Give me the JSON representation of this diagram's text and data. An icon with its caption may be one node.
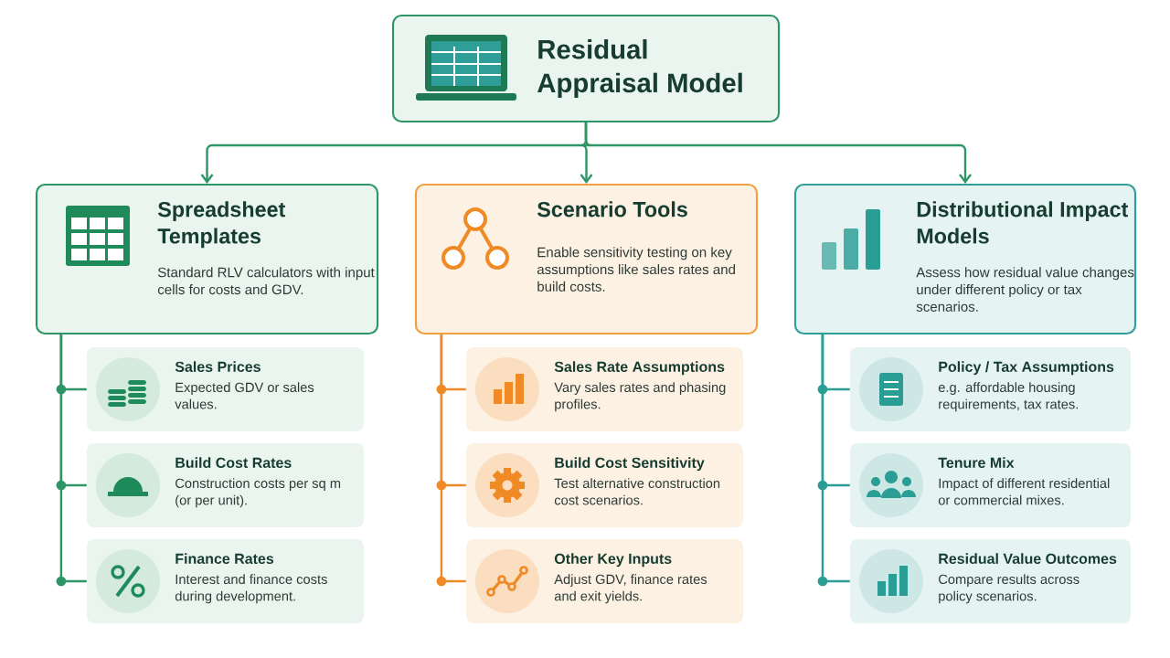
{
  "diagram": {
    "nodes": [
      {
        "text": [
          "Residual Appraisal Model"
        ]
      },
      {
        "text": [
          "Spreadsheet Templates",
          "Standard RLV calculators with input cells for costs and GDV."
        ]
      },
      {
        "text": [
          "Scenario Tools",
          "Enable sensitivity testing on key assumptions like sales rates and build costs."
        ]
      },
      {
        "text": [
          "Distributional Impact Models",
          "Assess how residual value changes under different policy or tax scenarios."
        ]
      },
      {
        "text": [
          "Sales Prices",
          "Expected GDV or sales values."
        ]
      },
      {
        "text": [
          "Build Cost Rates",
          "Construction costs per sq m (or per unit)."
        ]
      },
      {
        "text": [
          "Finance Rates",
          "Interest and finance costs during development."
        ]
      },
      {
        "text": [
          "Sales Rate Assumptions",
          "Vary sales rates and phasing profiles."
        ]
      },
      {
        "text": [
          "Build Cost Sensitivity",
          "Test alternative construction cost scenarios."
        ]
      },
      {
        "text": [
          "Other Key Inputs",
          "Adjust GDV, finance rates and exit yields."
        ]
      },
      {
        "text": [
          "Policy / Tax Assumptions",
          "e.g. affordable housing requirements, tax rates."
        ]
      },
      {
        "text": [
          "Tenure Mix",
          "Impact of different residential or commercial mixes."
        ]
      },
      {
        "text": [
          "Residual Value Outcomes",
          "Compare results across policy scenarios."
        ]
      }
    ],
    "edges": [
      {
        "from": 0,
        "to": 1,
        "arrow": "to"
      },
      {
        "from": 0,
        "to": 2,
        "arrow": "to"
      },
      {
        "from": 0,
        "to": 3,
        "arrow": "to"
      },
      {
        "from": 1,
        "to": 4,
        "arrow": "none"
      },
      {
        "from": 1,
        "to": 5,
        "arrow": "none"
      },
      {
        "from": 1,
        "to": 6,
        "arrow": "none"
      },
      {
        "from": 2,
        "to": 7,
        "arrow": "none",
        "color": "#ef8a25"
      },
      {
        "from": 2,
        "to": 8,
        "arrow": "none",
        "color": "#ef8a25"
      },
      {
        "from": 2,
        "to": 9,
        "arrow": "none",
        "color": "#ef8a25"
      },
      {
        "from": 3,
        "to": 10,
        "arrow": "none",
        "color": "#2a9d94"
      },
      {
        "from": 3,
        "to": 11,
        "arrow": "none",
        "color": "#2a9d94"
      },
      {
        "from": 3,
        "to": 12,
        "arrow": "none",
        "color": "#2a9d94"
      }
    ]
  }
}
